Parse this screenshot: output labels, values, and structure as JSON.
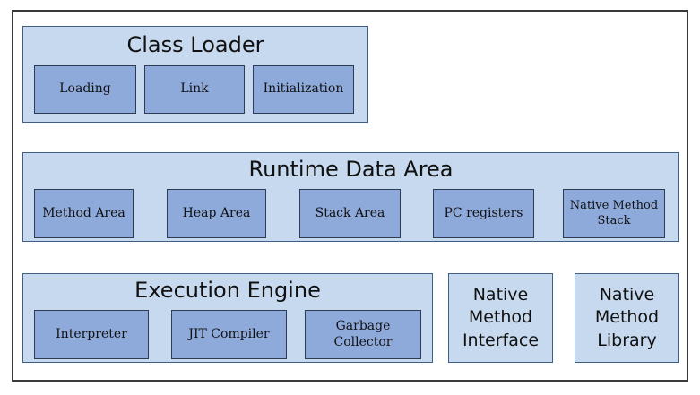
{
  "class_loader": {
    "title": "Class Loader",
    "items": [
      "Loading",
      "Link",
      "Initialization"
    ]
  },
  "runtime_data_area": {
    "title": "Runtime Data Area",
    "items": [
      "Method Area",
      "Heap Area",
      "Stack Area",
      "PC registers",
      [
        "Native Method",
        "Stack"
      ]
    ]
  },
  "execution_engine": {
    "title": "Execution Engine",
    "items": [
      "Interpreter",
      "JIT Compiler",
      [
        "Garbage",
        "Collector"
      ]
    ]
  },
  "native_method_interface": {
    "lines": [
      "Native",
      "Method",
      "Interface"
    ]
  },
  "native_method_library": {
    "lines": [
      "Native",
      "Method",
      "Library"
    ]
  }
}
